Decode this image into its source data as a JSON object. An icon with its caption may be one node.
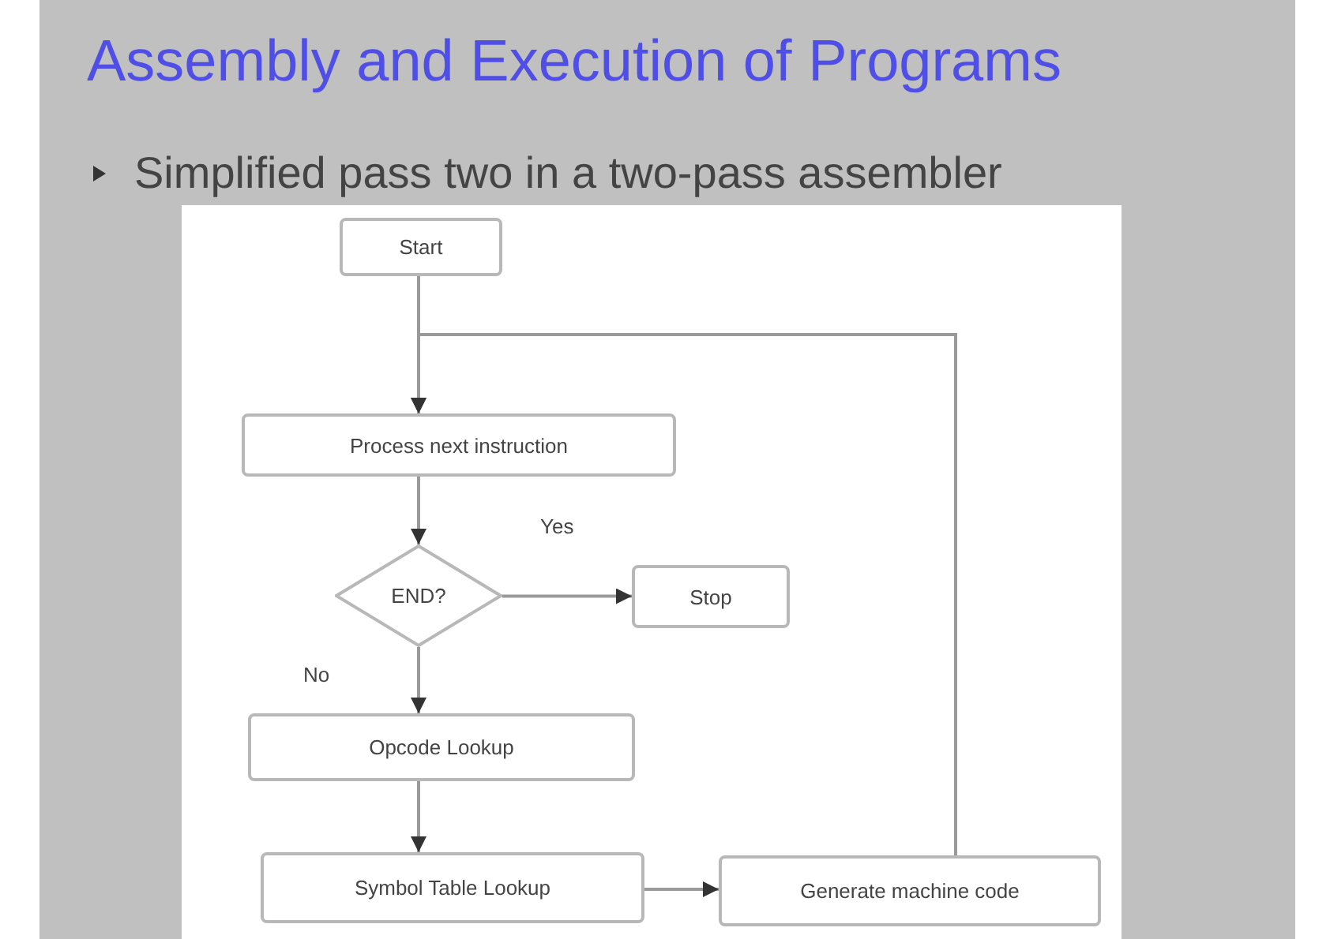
{
  "diagram": {
    "title": "Assembly and Execution of Programs",
    "nodes": [
      {
        "text": [
          "Start"
        ]
      },
      {
        "text": [
          "Process next instruction"
        ]
      },
      {
        "text": [
          "END?"
        ]
      },
      {
        "text": [
          "Stop"
        ]
      },
      {
        "text": [
          "Opcode Lookup"
        ]
      },
      {
        "text": [
          "Symbol Table Lookup"
        ]
      },
      {
        "text": [
          "Generate machine code"
        ]
      }
    ],
    "edges": [
      {
        "from": 0,
        "to": 1,
        "arrow": "to"
      },
      {
        "from": 1,
        "to": 2,
        "arrow": "to"
      },
      {
        "from": 2,
        "to": 3,
        "arrow": "to",
        "label": "Yes"
      },
      {
        "from": 2,
        "to": 4,
        "arrow": "to",
        "label": "No"
      },
      {
        "from": 4,
        "to": 5,
        "arrow": "to"
      },
      {
        "from": 5,
        "to": 6,
        "arrow": "to"
      },
      {
        "from": 6,
        "to": 1,
        "arrow": "to"
      }
    ],
    "labels": [
      "Simplified pass two in a two-pass assembler"
    ]
  }
}
